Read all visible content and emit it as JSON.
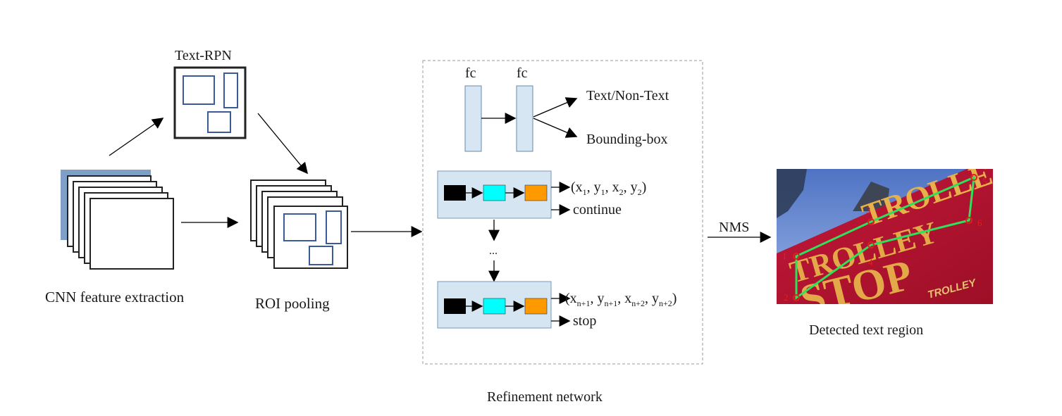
{
  "labels": {
    "text_rpn": "Text-RPN",
    "cnn_feature_extraction": "CNN feature extraction",
    "roi_pooling": "ROI pooling",
    "refinement_network": "Refinement network",
    "detected_text_region": "Detected text region",
    "nms": "NMS",
    "fc_1": "fc",
    "fc_2": "fc",
    "text_non_text": "Text/Non-Text",
    "bounding_box": "Bounding-box",
    "continue": "continue",
    "stop": "stop",
    "ellipsis": "..."
  },
  "first_output": {
    "open": "(",
    "x1": "x",
    "x1_sub": "1",
    "y1": "y",
    "y1_sub": "1",
    "x2": "x",
    "x2_sub": "2",
    "y2": "y",
    "y2_sub": "2",
    "close": ")"
  },
  "last_output": {
    "open": "(",
    "xa": "x",
    "xa_sub": "n+1",
    "ya": "y",
    "ya_sub": "n+1",
    "xb": "x",
    "xb_sub": "n+2",
    "yb": "y",
    "yb_sub": "n+2",
    "close": ")"
  },
  "photo": {
    "sign_top": "TROLLEY",
    "sign_main": "TROLLEY",
    "sign_stop": "STOP",
    "sign_small": "TROLLEY",
    "point_labels": [
      "1",
      "2",
      "3",
      "4",
      "5",
      "6"
    ]
  },
  "colors": {
    "feature_map_edge": "#222222",
    "roi_rect": "#3a5a9a",
    "fc_fill": "#d6e6f2",
    "rnn_box_fill": "#d5e5f1",
    "cell_black": "#000000",
    "cell_cyan": "#00ffff",
    "cell_orange": "#ff9900",
    "polygon_green": "#2ee05a",
    "point_red": "#e02020",
    "sign_red": "#b8142e",
    "sky_blue": "#6f8fcf"
  }
}
